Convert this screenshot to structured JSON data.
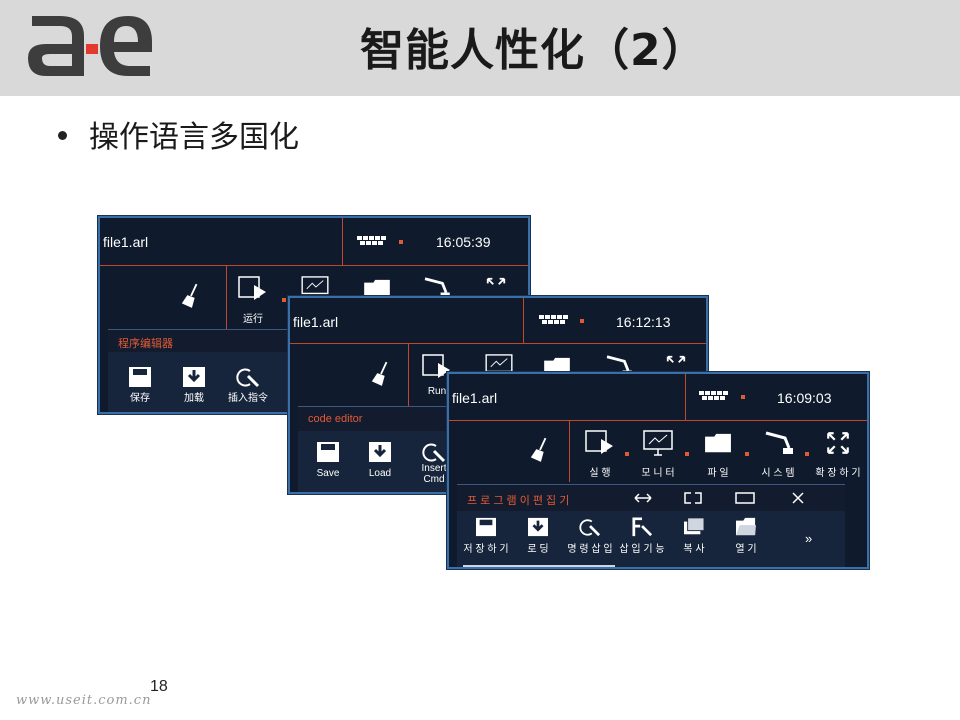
{
  "slide": {
    "title": "智能人性化（2）",
    "bullet": "操作语言多国化",
    "page_number": "18",
    "watermark": "www.useit.com.cn",
    "logo_text": "a-e"
  },
  "colors": {
    "panel_bg": "#0f1a2c",
    "panel_border": "#3a6fa8",
    "accent": "#e25a35",
    "header_bg": "#d9d9d9"
  },
  "panels": {
    "chinese": {
      "file": "file1.arl",
      "time": "16:05:39",
      "run_label": "运行",
      "editor_title": "程序编辑器",
      "buttons": [
        "保存",
        "加载",
        "插入指令"
      ]
    },
    "english": {
      "file": "file1.arl",
      "time": "16:12:13",
      "run_label": "Run",
      "editor_title": "code editor",
      "buttons": [
        "Save",
        "Load",
        "Insert Cmd"
      ]
    },
    "korean": {
      "file": "file1.arl",
      "time": "16:09:03",
      "toolbar": [
        "실 행",
        "모 니 터",
        "파 일",
        "시 스 템",
        "확 장  하 기"
      ],
      "editor_title": "프 로 그 램 이  편 집 기",
      "buttons": [
        "저 장  하 기",
        "로 딩",
        "명 령  삽 입",
        "삽 입  기 능",
        "복 사",
        "열 기"
      ],
      "more": "»"
    }
  }
}
